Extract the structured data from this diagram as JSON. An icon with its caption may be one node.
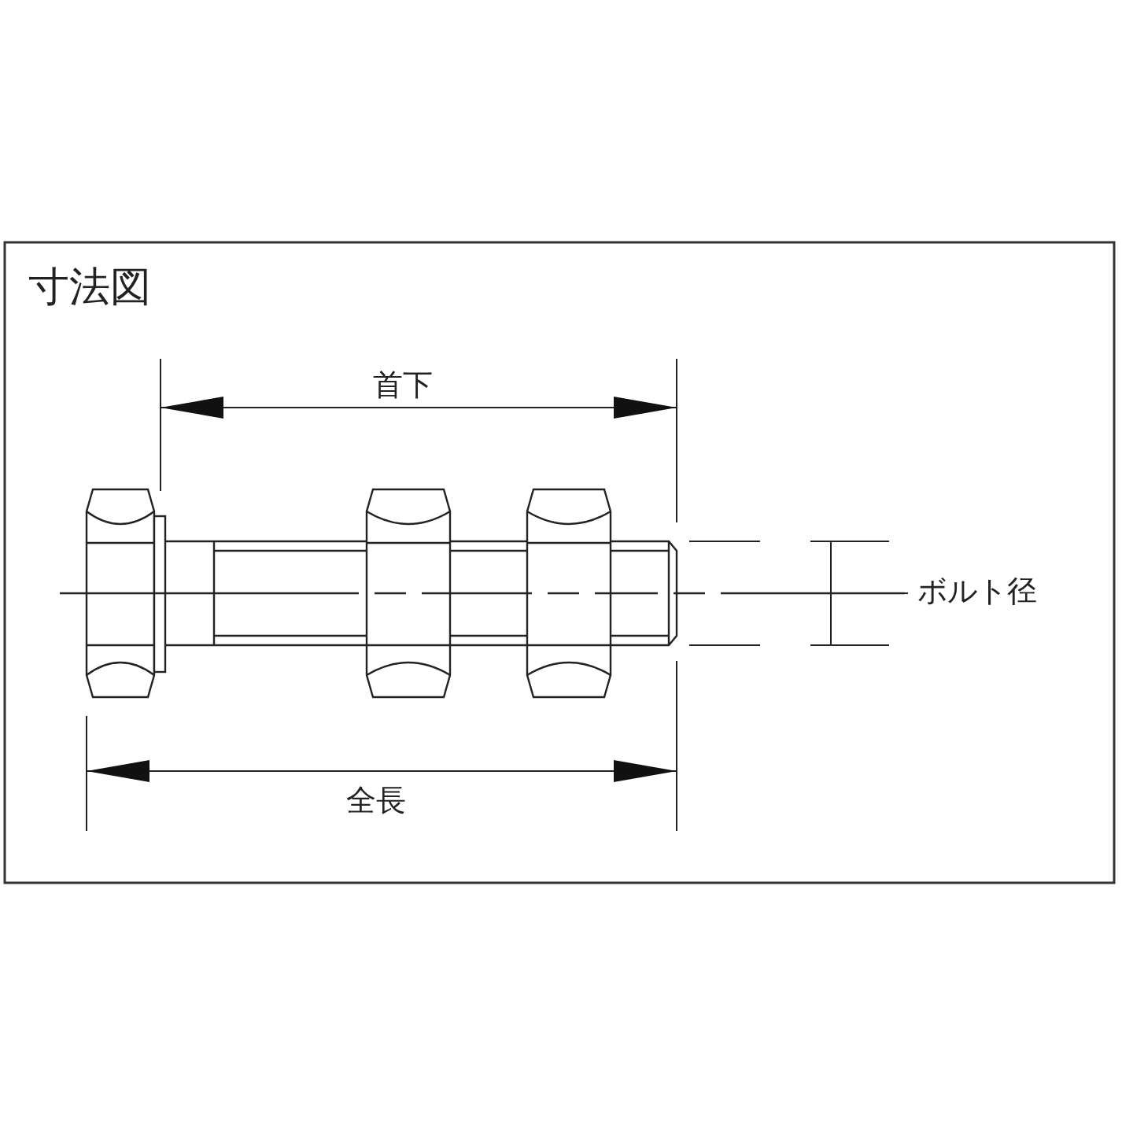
{
  "diagram": {
    "title": "寸法図",
    "labels": [
      "首下",
      "ボルト径",
      "全長"
    ]
  }
}
